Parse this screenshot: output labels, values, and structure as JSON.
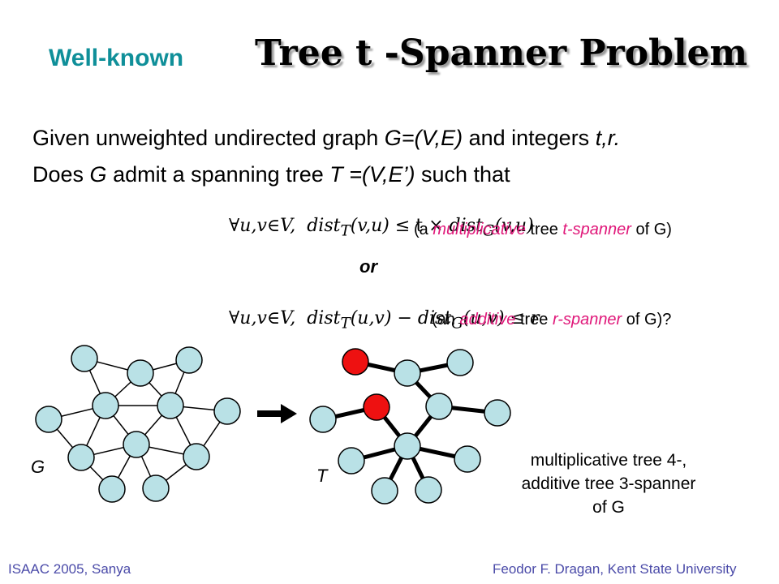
{
  "title": {
    "prefix": "Well-known",
    "main": "Tree t -Spanner Problem"
  },
  "problem": {
    "line1_a": "Given unweighted undirected graph ",
    "line1_g": "G=(V,E)",
    "line1_b": " and integers ",
    "line1_tr": "t,r.",
    "line2_a": "Does ",
    "line2_g": "G",
    "line2_b": " admit a spanning tree ",
    "line2_t": "T =(V,E’)",
    "line2_c": "  such that"
  },
  "formula1": {
    "forall": "∀u,v∈V,",
    "dist_t": "dist",
    "sub_t": "T",
    "args_t": "(v,u)",
    "op": " ≤ t × ",
    "dist_g": "dist",
    "sub_g": "G",
    "args_g": "(v,u)"
  },
  "formula2": {
    "forall": "∀u,v∈V,",
    "dist_t": "dist",
    "sub_t": "T",
    "args_t": "(u,v)",
    "op": " − ",
    "dist_g": "dist",
    "sub_g": "G",
    "args_g": "(u,v) ≤ r"
  },
  "note1": {
    "a": "(a ",
    "emph": "multiplicative",
    "b": " tree ",
    "emph2": "t-spanner",
    "c": " of G)"
  },
  "or_label": "or",
  "note2": {
    "a": "(an ",
    "emph": "additive",
    "b": " tree ",
    "emph2": "r-spanner",
    "c": " of G)?"
  },
  "graph_label": "G",
  "tree_label": "T",
  "caption": {
    "line1": "multiplicative tree 4-,",
    "line2": "additive tree 3-spanner",
    "line3": "of G"
  },
  "footer": {
    "left": "ISAAC 2005, Sanya",
    "right": "Feodor F. Dragan,  Kent State University"
  },
  "colors": {
    "title_prefix": "#0f8f99",
    "emphasis": "#e0187a",
    "node_fill": "#b9e1e6",
    "node_red": "#ee1111",
    "footer": "#4a4aa8"
  }
}
